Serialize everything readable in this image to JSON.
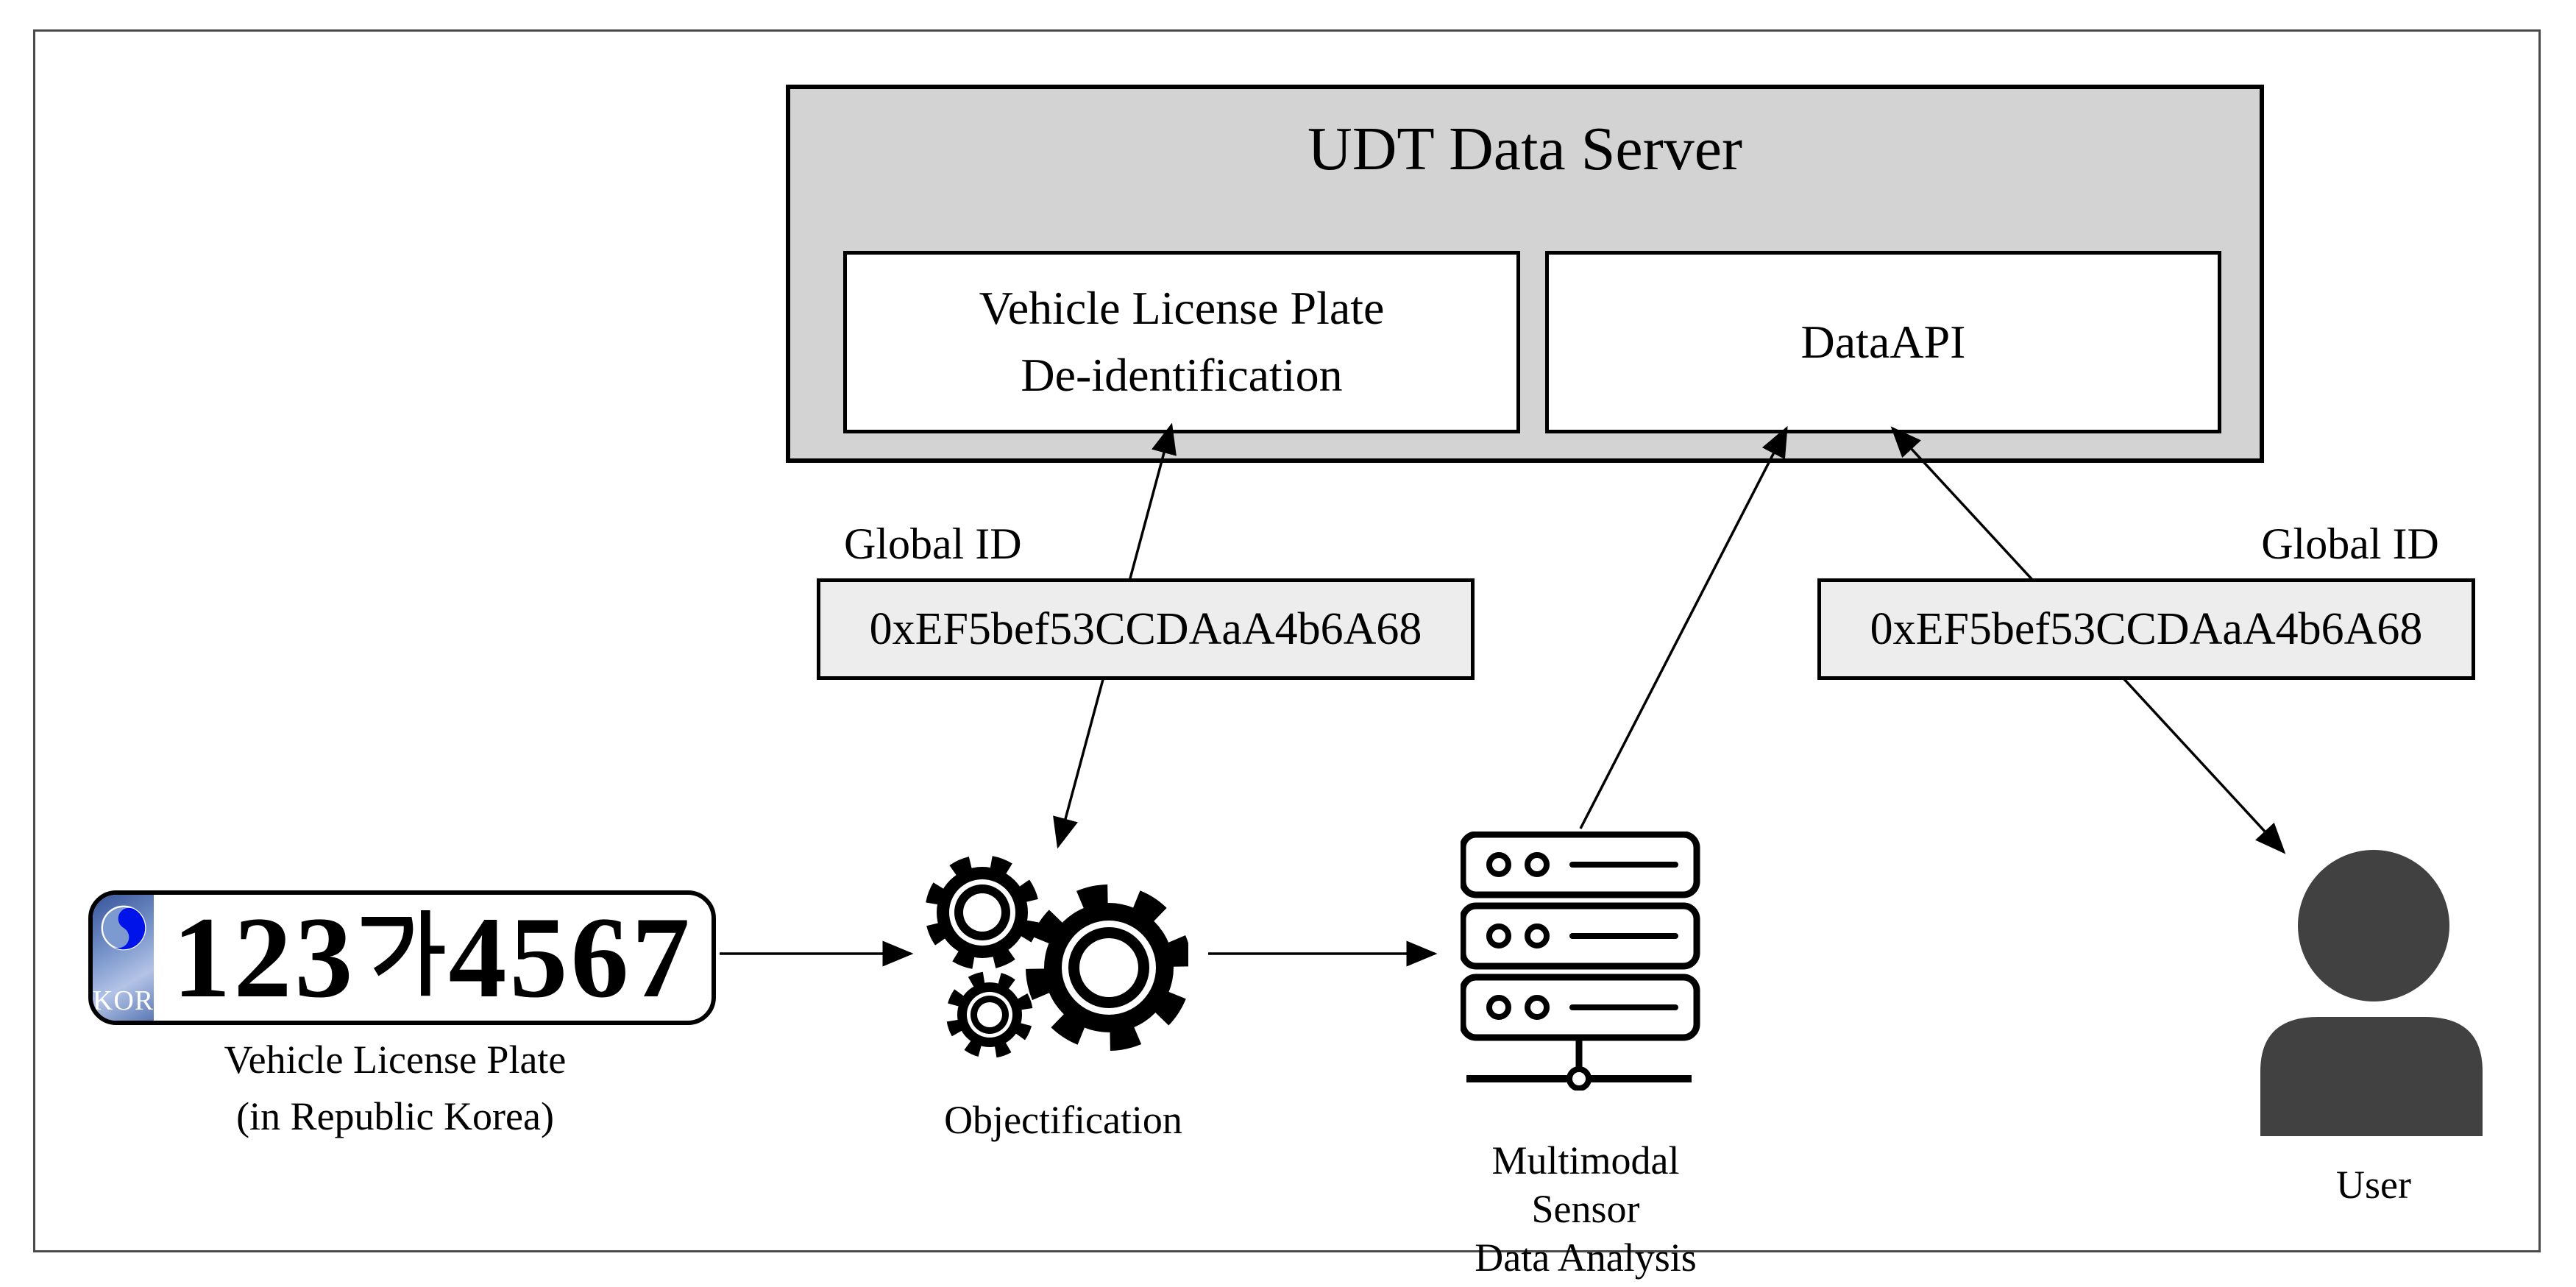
{
  "colors": {
    "udt_box_fill": "#d3d3d3",
    "module_fill": "#ffffff",
    "id_box_fill": "#ededed",
    "ink": "#000000",
    "frame_color": "#4a4a4a",
    "user_icon_color": "#414141",
    "plate_band_blue": "#35549a",
    "plate_band_light": "#b3c3e6",
    "taegeuk_blue": "#0013e8",
    "taegeuk_light": "#7d9ad0"
  },
  "udt_server": {
    "title": "UDT Data Server",
    "vlp_module": {
      "line1": "Vehicle License Plate",
      "line2": "De-identification"
    },
    "dataapi_module": {
      "label": "DataAPI"
    }
  },
  "global_id_left": {
    "label": "Global ID",
    "value": "0xEF5bef53CCDAaA4b6A68"
  },
  "global_id_right": {
    "label": "Global ID",
    "value": "0xEF5bef53CCDAaA4b6A68"
  },
  "license_plate": {
    "country_code": "KOR",
    "number_prefix": "123",
    "number_hangul": "가",
    "number_suffix": "4567",
    "caption": {
      "line1": "Vehicle License Plate",
      "line2": "(in Republic Korea)"
    }
  },
  "objectification": {
    "caption": "Objectification"
  },
  "sensor_analysis": {
    "caption": {
      "line1": "Multimodal Sensor",
      "line2": "Data Analysis"
    }
  },
  "user": {
    "caption": "User"
  }
}
